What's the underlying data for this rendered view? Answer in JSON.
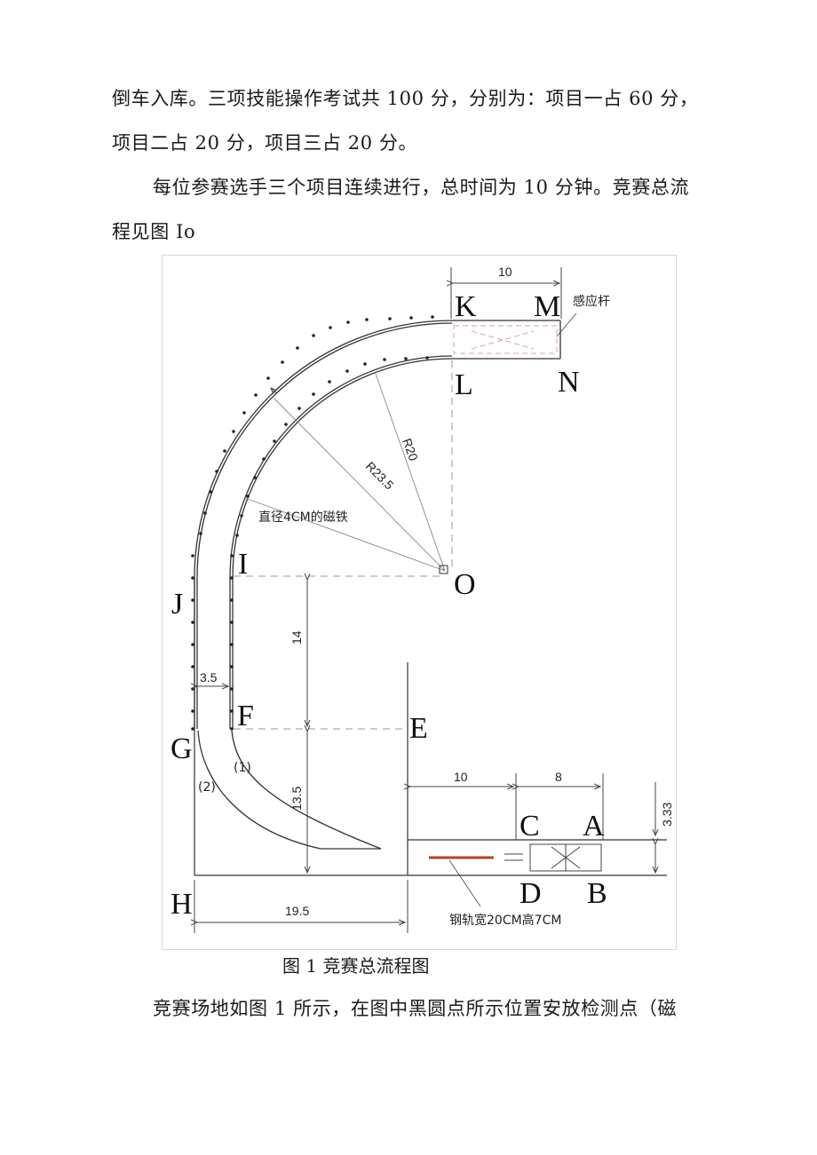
{
  "paragraphs": {
    "p1_line1": "倒车入库。三项技能操作考试共 100 分，分别为：项目一占 60 分，",
    "p1_line2": "项目二占 20 分，项目三占 20 分。",
    "p2_line1": "每位参赛选手三个项目连续进行，总时间为 10 分钟。竞赛总流",
    "p2_line2": "程见图 Io",
    "p3_line1": "竞赛场地如图 1 所示，在图中黑圆点所示位置安放检测点（磁"
  },
  "figure": {
    "caption": "图 1 竞赛总流程图",
    "points": {
      "K": "K",
      "M": "M",
      "L": "L",
      "N": "N",
      "O": "O",
      "I": "I",
      "J": "J",
      "F": "F",
      "G": "G",
      "E": "E",
      "H": "H",
      "C": "C",
      "A": "A",
      "D": "D",
      "B": "B"
    },
    "dimensions": {
      "top_width": "10",
      "r_inner": "R20",
      "r_outer": "R23.5",
      "height_14": "14",
      "width_3_5": "3.5",
      "height_13_5": "13.5",
      "width_19_5": "19.5",
      "garage_gap": "10",
      "garage_len": "8",
      "garage_h": "3.33"
    },
    "annotations": {
      "sensor_bar": "感应杆",
      "magnet": "直径4CM的磁铁",
      "rail": "钢轨宽20CM高7CM",
      "path1": "(1)",
      "path2": "(2)"
    },
    "colors": {
      "line": "#333333",
      "dashed_red": "#d9a3a3",
      "rail": "#b5451f",
      "dimension": "#444444"
    }
  }
}
